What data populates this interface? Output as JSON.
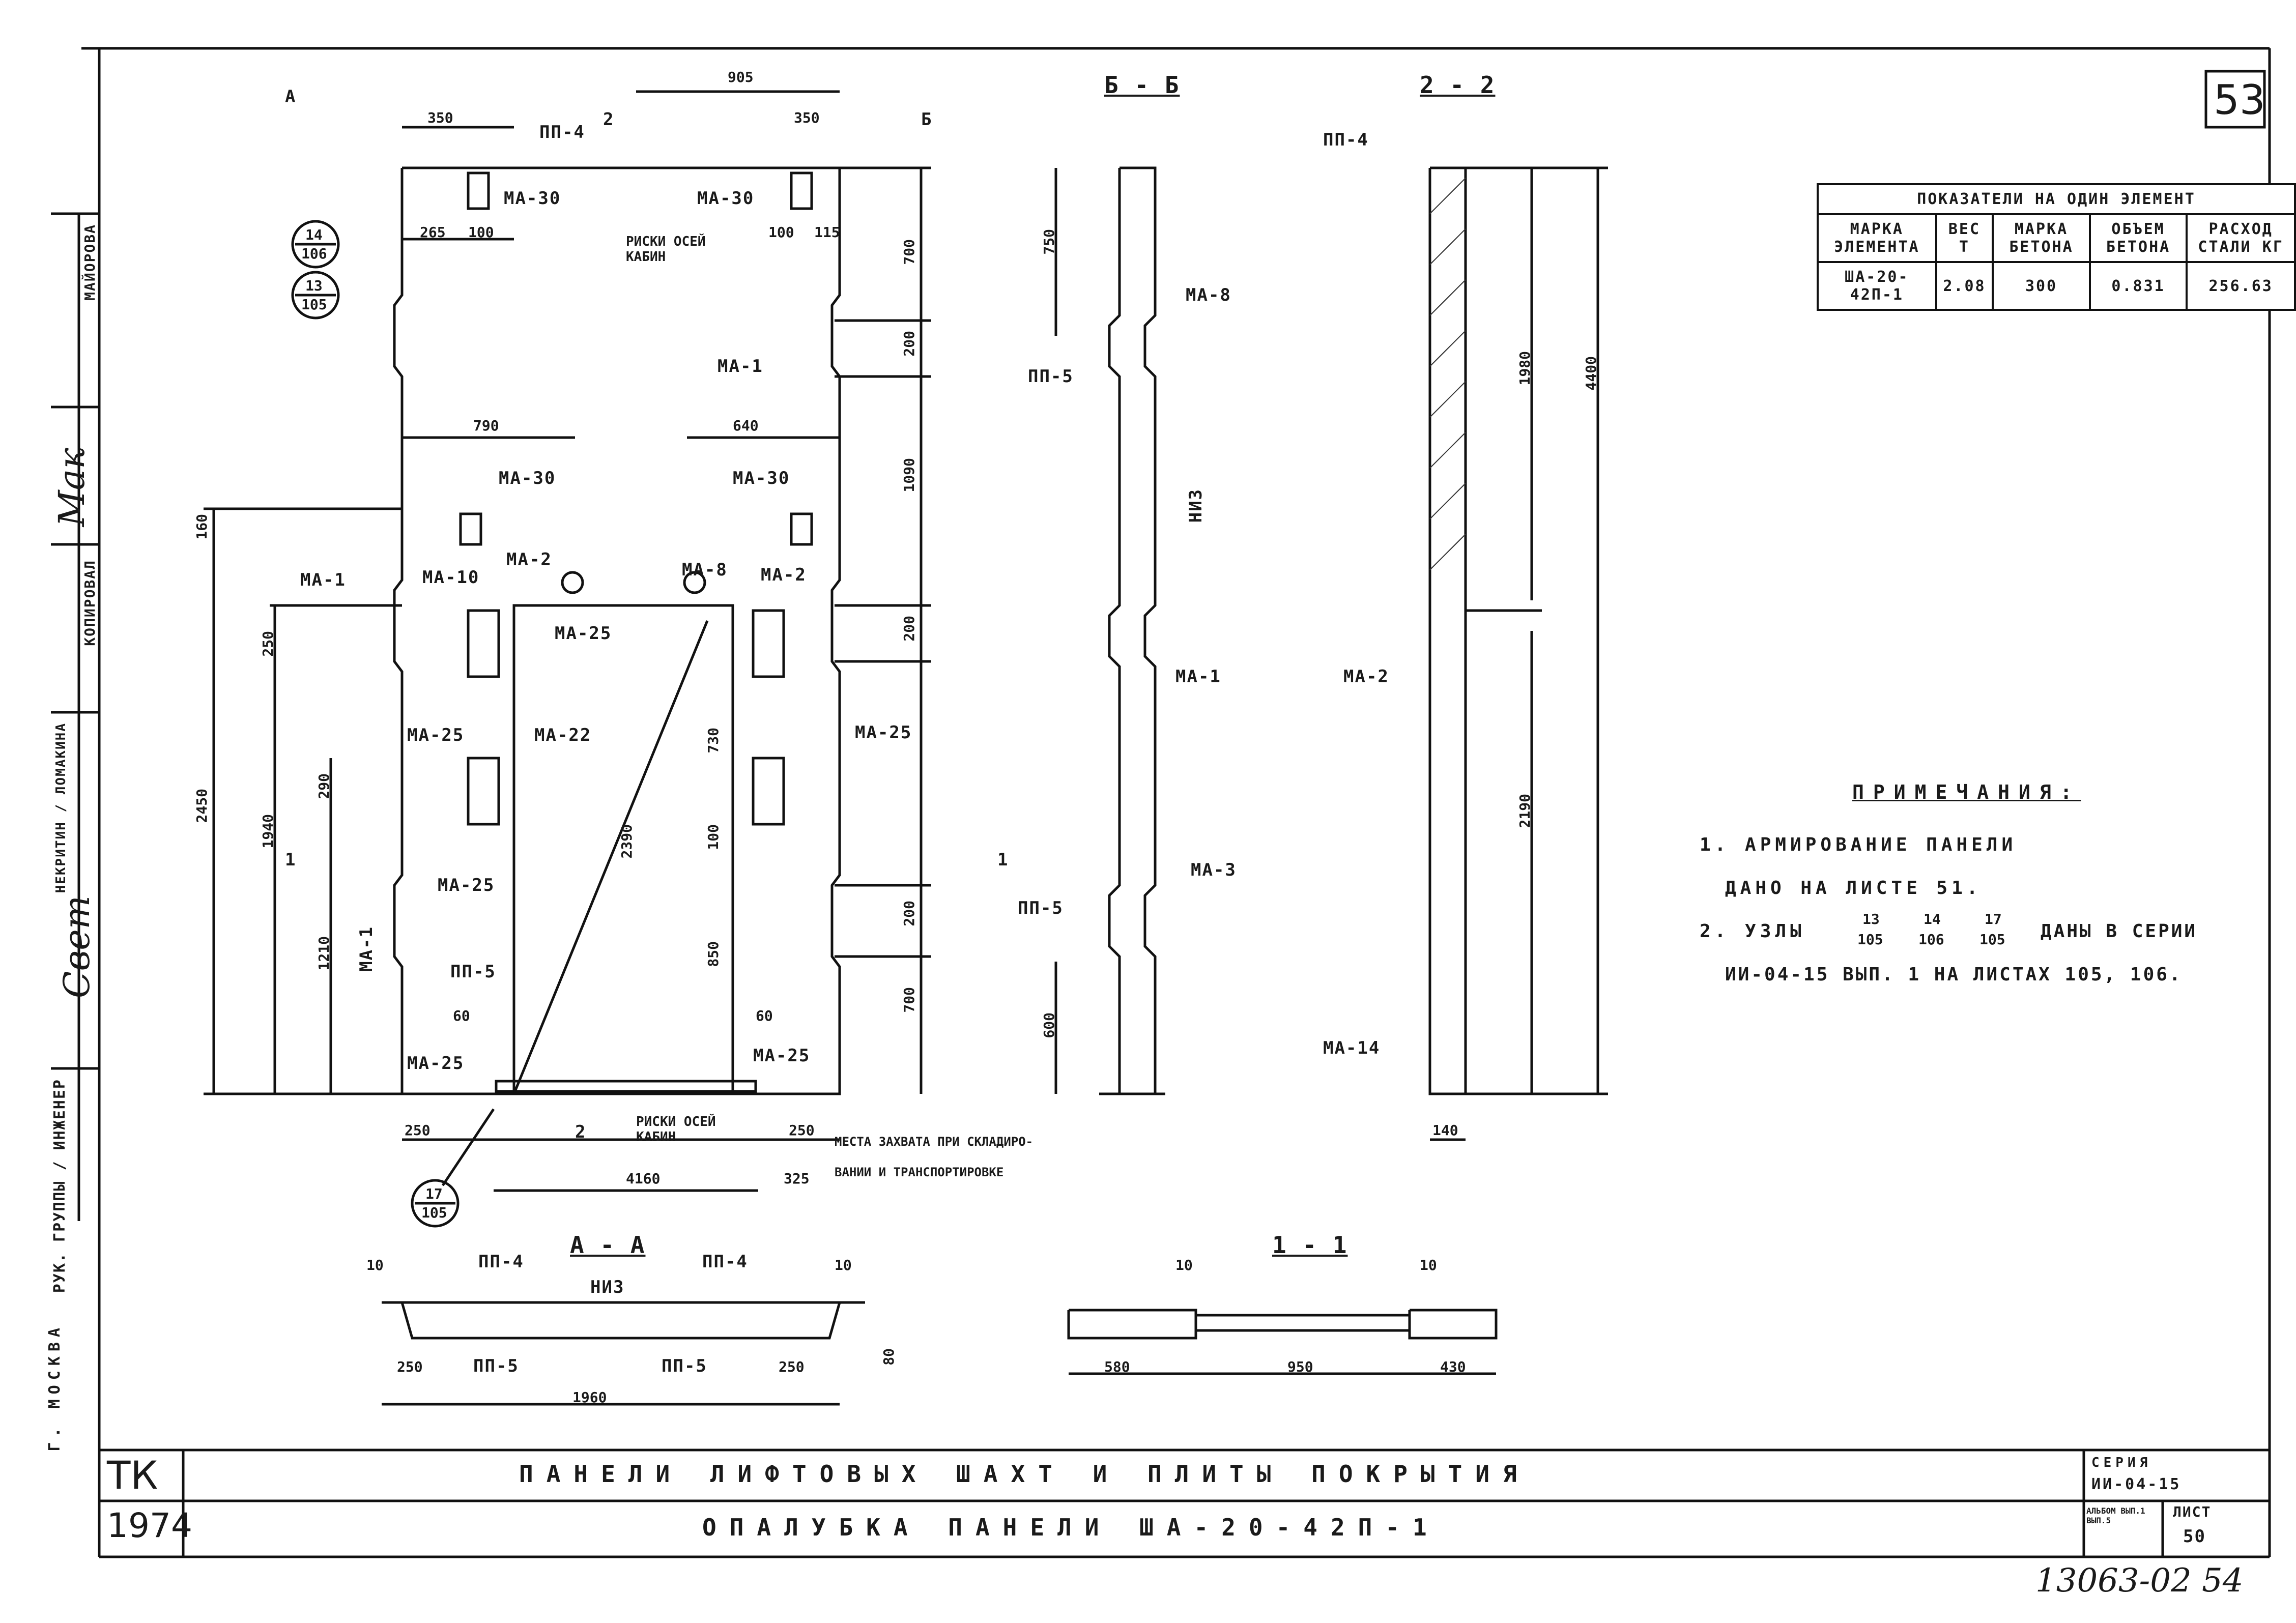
{
  "sheet_number": "53",
  "table": {
    "title": "ПОКАЗАТЕЛИ НА ОДИН ЭЛЕМЕНТ",
    "headers": [
      "МАРКА ЭЛЕМЕНТА",
      "ВЕС Т",
      "МАРКА БЕТОНА",
      "ОБЪЕМ БЕТОНА",
      "РАСХОД СТАЛИ КГ"
    ],
    "row": [
      "ША-20-42П-1",
      "2.08",
      "300",
      "0.831",
      "256.63"
    ]
  },
  "notes": {
    "heading": "ПРИМЕЧАНИЯ:",
    "line1": "1. АРМИРОВАНИЕ ПАНЕЛИ",
    "line2": "ДАНО НА ЛИСТЕ 51.",
    "line3_prefix": "2. УЗЛЫ",
    "line3_suffix": "ДАНЫ В СЕРИИ",
    "line4": "ИИ-04-15 ВЫП. 1 НА ЛИСТАХ 105, 106.",
    "nodes": [
      {
        "top": "13",
        "bottom": "105"
      },
      {
        "top": "14",
        "bottom": "106"
      },
      {
        "top": "17",
        "bottom": "105"
      }
    ]
  },
  "sections": {
    "bb": "Б - Б",
    "s22": "2 - 2",
    "aa": "А - А",
    "s11": "1 - 1"
  },
  "labels": {
    "ma30": "МА-30",
    "ma1": "МА-1",
    "ma2": "МА-2",
    "ma8": "МА-8",
    "ma10": "МА-10",
    "ma25": "МА-25",
    "ma22": "МА-22",
    "ma3": "МА-3",
    "ma14": "МА-14",
    "pp4": "ПП-4",
    "pp5": "ПП-5",
    "niz": "НИЗ",
    "risk_top": "РИСКИ ОСЕЙ КАБИН",
    "risk_bottom": "РИСКИ ОСЕЙ КАБИН",
    "lift_note_1": "МЕСТА ЗАХВАТА ПРИ СКЛАДИРО-",
    "lift_note_2": "ВАНИИ И ТРАНСПОРТИРОВКЕ",
    "sec_a": "А",
    "sec_b": "Б",
    "sec_1": "1",
    "sec_2": "2"
  },
  "dims": {
    "d905": "905",
    "d350a": "350",
    "d350b": "350",
    "d265": "265",
    "d100a": "100",
    "d100b": "100",
    "d115": "115",
    "d700a": "700",
    "d200a": "200",
    "d1090": "1090",
    "d200b": "200",
    "d730": "730",
    "d100c": "100",
    "d850": "850",
    "d200c": "200",
    "d700b": "700",
    "d790": "790",
    "d640": "640",
    "d160": "160",
    "d250": "250",
    "d2450": "2450",
    "d1940": "1940",
    "d1210": "1210",
    "d290": "290",
    "d2390": "2390",
    "d250b": "250",
    "d4160": "4160",
    "d325": "325",
    "d250c": "250",
    "d1980": "1980",
    "d4400": "4400",
    "d2190": "2190",
    "d140": "140",
    "d750": "750",
    "d600": "600",
    "d1960": "1960",
    "d580": "580",
    "d950": "950",
    "d430": "430",
    "d60": "60",
    "d10": "10",
    "d80": "80",
    "d200e": "200"
  },
  "left_strip": [
    "РУК. ГРУППЫ / ИНЖЕНЕР",
    "НЕКРИТИН / ЛОМАКИНА",
    "КОПИРОВАЛ",
    "МАЙОРОВА",
    "Г. МОСКВА"
  ],
  "signatures": [
    "Мак",
    "Свет"
  ],
  "title_block": {
    "org": "ТК",
    "year": "1974",
    "title1": "ПАНЕЛИ ЛИФТОВЫХ ШАХТ И ПЛИТЫ ПОКРЫТИЯ",
    "title2": "ОПАЛУБКА ПАНЕЛИ ША-20-42П-1",
    "series_label": "СЕРИЯ",
    "series": "ИИ-04-15",
    "sheet_label": "ЛИСТ",
    "sheet_no": "50",
    "issue": "АЛЬБОМ ВЫП.1 ВЫП.5"
  },
  "stamp": "13063-02 54"
}
